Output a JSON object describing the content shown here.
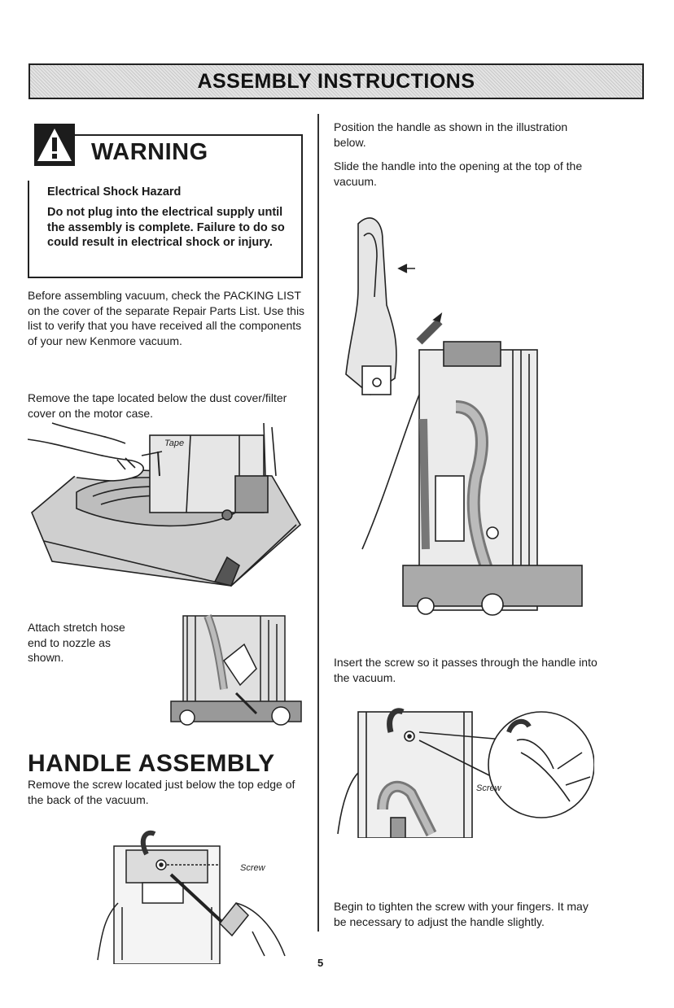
{
  "header": {
    "title": "ASSEMBLY INSTRUCTIONS"
  },
  "warning": {
    "title": "WARNING",
    "subtitle": "Electrical Shock Hazard",
    "body": "Do not plug into the electrical supply until the assembly is complete. Failure to do so could result in electrical shock or injury."
  },
  "left_column": {
    "check_list_text": "Before assembling vacuum, check the PACKING LIST on the cover of the separate Repair Parts List. Use this list to verify that you have received all the components of your new Kenmore vacuum.",
    "remove_tape_text": "Remove the tape located below the dust cover/filter cover on the motor case.",
    "tape_label": "Tape",
    "attach_hose_text": "Attach stretch hose end to nozzle as shown.",
    "handle_assembly_heading": "HANDLE ASSEMBLY",
    "remove_screw_text": "Remove the screw located just below the top edge of the back of the vacuum.",
    "screw_label_1": "Screw"
  },
  "right_column": {
    "position_text": "Position the handle as shown in the illustration below.",
    "slide_text": "Slide the handle into the opening at the top of the vacuum.",
    "insert_text": "Insert the screw so it passes through the handle into the vacuum.",
    "screw_label_2": "Screw",
    "tighten_text": "Begin to tighten the screw with your fingers. It may be necessary to adjust the handle slightly."
  },
  "page_number": "5",
  "icons": {
    "warning": "warning-triangle-icon"
  }
}
